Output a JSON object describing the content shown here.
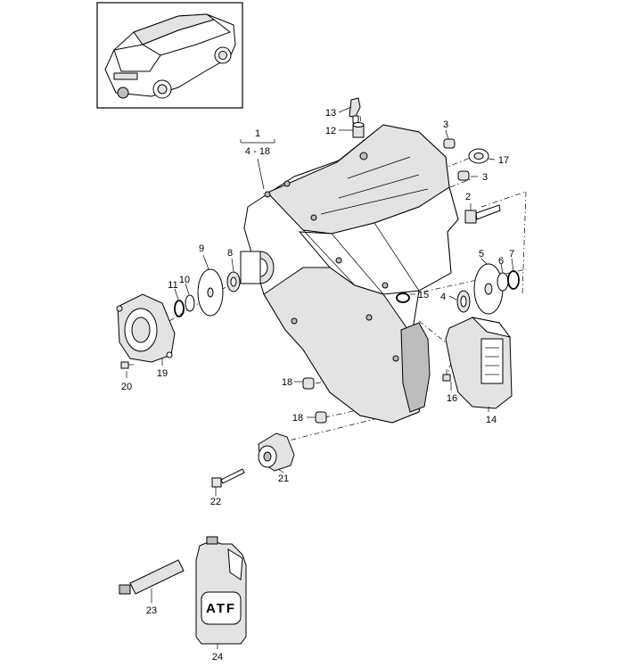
{
  "callouts": {
    "c1": "1",
    "c1_range": "4 - 18",
    "c2": "2",
    "c3a": "3",
    "c3b": "3",
    "c4": "4",
    "c5": "5",
    "c6": "6",
    "c7": "7",
    "c8": "8",
    "c9": "9",
    "c10": "10",
    "c11": "11",
    "c12": "12",
    "c13": "13",
    "c14": "14",
    "c15": "15",
    "c16": "16",
    "c17": "17",
    "c18a": "18",
    "c18b": "18",
    "c19": "19",
    "c20": "20",
    "c21": "21",
    "c22": "22",
    "c23": "23",
    "c24": "24"
  },
  "container_label": "ATF",
  "icons": [
    "vehicle-thumbnail",
    "transfer-case",
    "atf-container",
    "grease-tube"
  ]
}
